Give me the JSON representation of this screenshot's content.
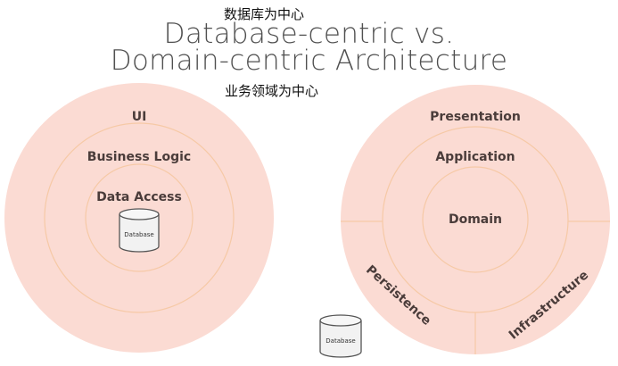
{
  "annotations": {
    "top": "数据库为中心",
    "bottom": "业务领域为中心"
  },
  "title": {
    "line1": "Database-centric vs.",
    "line2": "Domain-centric Architecture"
  },
  "left_diagram": {
    "outer": "UI",
    "middle": "Business Logic",
    "inner": "Data Access",
    "database": "Database"
  },
  "right_diagram": {
    "outer": "Presentation",
    "middle": "Application",
    "core": "Domain",
    "segment_left": "Persistence",
    "segment_right": "Infrastructure"
  },
  "external_database": "Database",
  "colors": {
    "ring_fill": "#fbdbd3",
    "ring_line": "#f6c9a6",
    "text": "#4a3c3a",
    "cylinder_fill": "#f2f2f2",
    "cylinder_stroke": "#555555"
  }
}
